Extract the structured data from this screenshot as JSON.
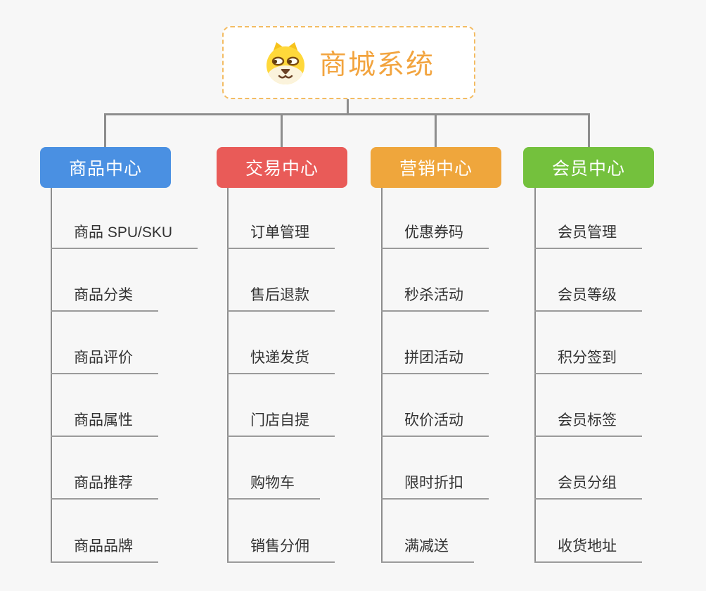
{
  "canvas": {
    "background": "#f7f7f7",
    "connector_color": "#8d8d8d",
    "underline_color": "#9b9b9b",
    "leaf_text_color": "#333333"
  },
  "root": {
    "title": "商城系统",
    "icon": "dog-face-icon",
    "text_color": "#f2a43f",
    "border_color": "#f3bc63",
    "background": "#ffffff"
  },
  "branches": [
    {
      "label": "商品中心",
      "color": "#4a90e2",
      "items": [
        "商品 SPU/SKU",
        "商品分类",
        "商品评价",
        "商品属性",
        "商品推荐",
        "商品品牌"
      ]
    },
    {
      "label": "交易中心",
      "color": "#e95b58",
      "items": [
        "订单管理",
        "售后退款",
        "快递发货",
        "门店自提",
        "购物车",
        "销售分佣"
      ]
    },
    {
      "label": "营销中心",
      "color": "#efa63c",
      "items": [
        "优惠券码",
        "秒杀活动",
        "拼团活动",
        "砍价活动",
        "限时折扣",
        "满减送"
      ]
    },
    {
      "label": "会员中心",
      "color": "#74c13d",
      "items": [
        "会员管理",
        "会员等级",
        "积分签到",
        "会员标签",
        "会员分组",
        "收货地址"
      ]
    }
  ]
}
